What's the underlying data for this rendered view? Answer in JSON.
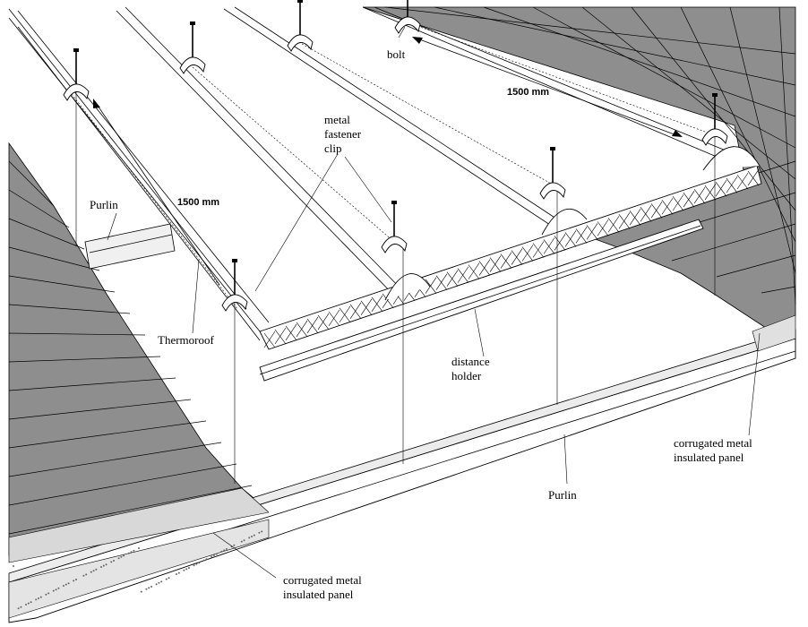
{
  "labels": {
    "bolt": "bolt",
    "dim_right": "1500 mm",
    "dim_left": "1500 mm",
    "clip_line1": "metal",
    "clip_line2": "fastener",
    "clip_line3": "clip",
    "purlin_top": "Purlin",
    "thermoroof": "Thermoroof",
    "distance_line1": "distance",
    "distance_line2": "holder",
    "panel_right_line1": "corrugated metal",
    "panel_right_line2": "insulated panel",
    "purlin_bottom": "Purlin",
    "panel_left_line1": "corrugated metal",
    "panel_left_line2": "insulated panel"
  },
  "colors": {
    "panel_fill": "#8e8e8e",
    "panel_dark": "#7a7a7a",
    "ink": "#000000",
    "paper": "#ffffff",
    "purlin_fill": "#ececec"
  }
}
